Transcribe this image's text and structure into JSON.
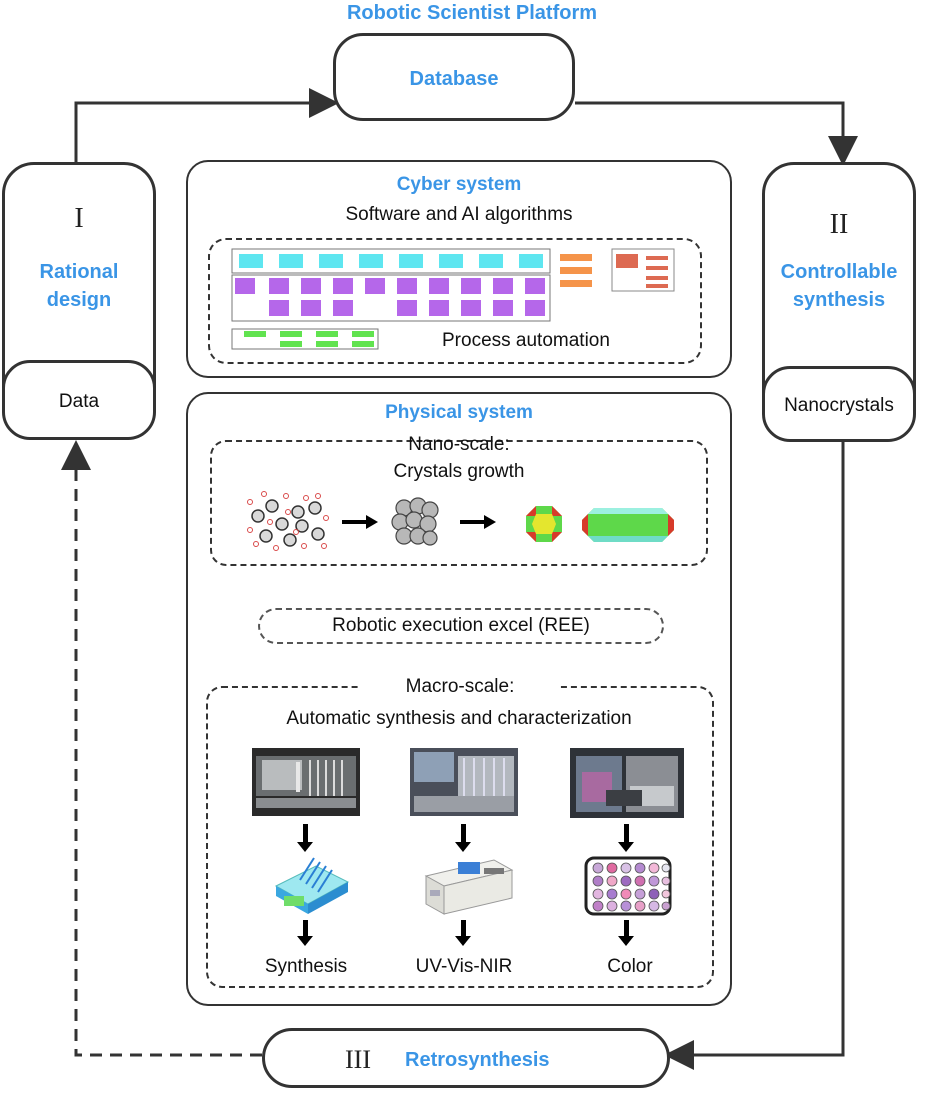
{
  "platform_title": "Robotic Scientist Platform",
  "database": {
    "label": "Database"
  },
  "rational_design": {
    "numeral": "I",
    "label_line1": "Rational",
    "label_line2": "design",
    "footer": "Data"
  },
  "controllable_synthesis": {
    "numeral": "II",
    "label_line1": "Controllable",
    "label_line2": "synthesis",
    "footer": "Nanocrystals"
  },
  "retrosynthesis": {
    "numeral": "III",
    "label": "Retrosynthesis"
  },
  "cyber_system": {
    "title": "Cyber system",
    "subtitle": "Software and AI algorithms",
    "process_label": "Process automation"
  },
  "physical_system": {
    "title": "Physical system",
    "nano_title_line1": "Nano-scale:",
    "nano_title_line2": "Crystals growth",
    "ree_label": "Robotic execution excel (REE)",
    "macro_title_line1": "Macro-scale:",
    "macro_title_line2": "Automatic synthesis and characterization",
    "instruments": [
      {
        "label": "Synthesis"
      },
      {
        "label": "UV-Vis-NIR"
      },
      {
        "label": "Color"
      }
    ]
  },
  "colors": {
    "accent_blue": "#3a95e6",
    "cyan_block": "#5ee6f0",
    "purple_block": "#b567ea",
    "green_block": "#61e34f",
    "orange_block": "#f5944a",
    "red_block": "#dd6a52",
    "grey_arrow": "#9a9ab0"
  }
}
